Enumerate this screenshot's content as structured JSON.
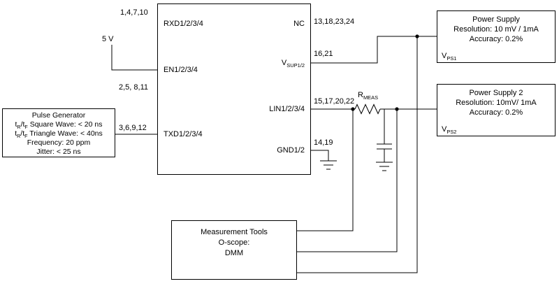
{
  "ic": {
    "pins_left": [
      {
        "label": "RXD1/2/3/4",
        "numbers": "1,4,7,10"
      },
      {
        "label": "EN1/2/3/4",
        "numbers": "2,5, 8,11"
      },
      {
        "label": "TXD1/2/3/4",
        "numbers": "3,6,9,12"
      }
    ],
    "pins_right": [
      {
        "label": "NC",
        "numbers": "13,18,23,24"
      },
      {
        "label_base": "V",
        "label_sub": "SUP1/2",
        "numbers": "16,21"
      },
      {
        "label": "LIN1/2/3/4",
        "numbers": "15,17,20,22"
      },
      {
        "label": "GND1/2",
        "numbers": "14,19"
      }
    ]
  },
  "supply_rail_label": "5 V",
  "rmeas": {
    "base": "R",
    "sub": "MEAS"
  },
  "pulse_generator": {
    "title": "Pulse Generator",
    "square_wave": {
      "t1": "t",
      "s1": "R",
      "t2": "/t",
      "s2": "F",
      "t3": " Square Wave: < 20 ns"
    },
    "triangle_wave": {
      "t1": "t",
      "s1": "R",
      "t2": "/t",
      "s2": "F",
      "t3": " Triangle Wave: < 40ns"
    },
    "frequency": "Frequency: 20 ppm",
    "jitter": "Jitter: < 25 ns"
  },
  "power_supply_1": {
    "title": "Power Supply",
    "resolution": "Resolution: 10 mV / 1mA",
    "accuracy": "Accuracy: 0.2%",
    "v_base": "V",
    "v_sub": "PS1"
  },
  "power_supply_2": {
    "title": "Power Supply 2",
    "resolution": "Resolution: 10mV/ 1mA",
    "accuracy": "Accuracy: 0.2%",
    "v_base": "V",
    "v_sub": "PS2"
  },
  "measurement_tools": {
    "title": "Measurement Tools",
    "line2": "O-scope:",
    "line3": "DMM"
  }
}
